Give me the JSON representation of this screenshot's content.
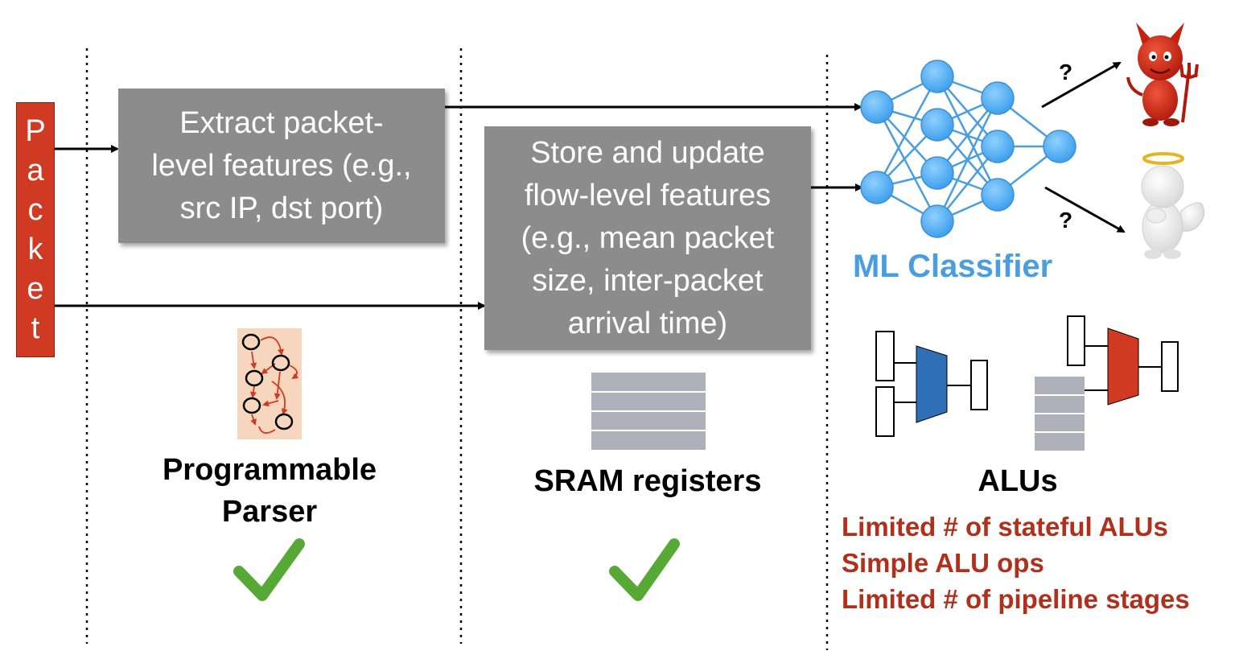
{
  "packet": {
    "letters": [
      "P",
      "a",
      "c",
      "k",
      "e",
      "t"
    ]
  },
  "parser_box": {
    "lines": [
      "Extract packet-",
      "level features (e.g.,",
      "src IP, dst port)"
    ]
  },
  "store_box": {
    "lines": [
      "Store and update",
      "flow-level features",
      "(e.g., mean packet",
      "size, inter-packet",
      "arrival time)"
    ]
  },
  "parser_label": {
    "lines": [
      "Programmable",
      "Parser"
    ]
  },
  "sram_label": "SRAM registers",
  "alus_label": "ALUs",
  "ml_label": "ML Classifier",
  "question_marks": [
    "?",
    "?"
  ],
  "limitations": [
    "Limited # of stateful ALUs",
    "Simple ALU ops",
    "Limited # of pipeline stages"
  ],
  "colors": {
    "packet_bar": "#d03a22",
    "box_fill": "#8c8c8c",
    "ml_blue": "#4a9ee0",
    "limitation_red": "#b0301c",
    "check_green": "#57a936",
    "alu_blue": "#2f6fb5",
    "alu_red": "#d03a22",
    "sram_gray": "#b0b0bb"
  },
  "icons": [
    "parser-graph-icon",
    "sram-register-icon",
    "neural-network-icon",
    "devil-icon",
    "angel-icon",
    "checkmark-icon",
    "alu-icon"
  ]
}
